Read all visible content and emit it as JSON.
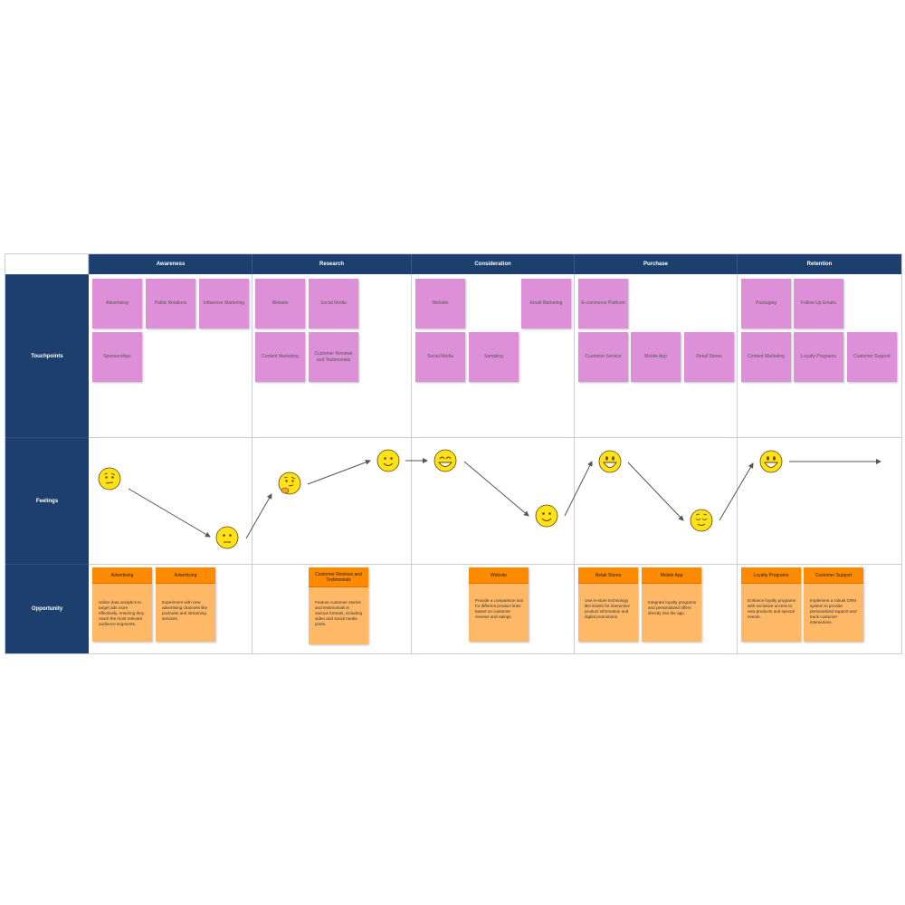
{
  "stages": [
    "Awareness",
    "Research",
    "Consideration",
    "Purchase",
    "Retention"
  ],
  "rows": {
    "touchpoints": "Touchpoints",
    "feelings": "Feelings",
    "opportunity": "Opportunity"
  },
  "touchpoints": {
    "awareness": [
      "Advertising",
      "Public Relations",
      "Influencer Marketing",
      "Sponsorships"
    ],
    "research": [
      "Website",
      "Social Media",
      "Content Marketing",
      "Customer Reviews and Testimonials"
    ],
    "consideration": [
      "Website",
      "Email Marketing",
      "Social Media",
      "Sampling"
    ],
    "purchase": [
      "E-commerce Platform",
      "Customer Service",
      "Mobile App",
      "Retail Stores"
    ],
    "retention": [
      "Packaging",
      "Follow-Up Emails",
      "Content Marketing",
      "Loyalty Programs",
      "Customer Support"
    ]
  },
  "feelings": [
    {
      "stage": "Awareness",
      "emoji": "skeptical"
    },
    {
      "stage": "Awareness",
      "emoji": "neutral"
    },
    {
      "stage": "Research",
      "emoji": "thinking"
    },
    {
      "stage": "Research",
      "emoji": "slight-smile"
    },
    {
      "stage": "Consideration",
      "emoji": "grin"
    },
    {
      "stage": "Consideration",
      "emoji": "slight-smile"
    },
    {
      "stage": "Purchase",
      "emoji": "big-smile"
    },
    {
      "stage": "Purchase",
      "emoji": "relieved"
    },
    {
      "stage": "Retention",
      "emoji": "big-smile"
    }
  ],
  "opportunities": [
    {
      "title": "Advertising",
      "text": "Utilize data analytics to target ads more effectively, ensuring they reach the most relevant audience segments."
    },
    {
      "title": "Advertising",
      "text": "Experiment with new advertising channels like podcasts and streaming services."
    },
    {
      "title": "Customer Reviews and Testimonials",
      "text": "Feature customer stories and testimonials in various formats, including video and social media posts."
    },
    {
      "title": "Website",
      "text": "Provide a comparison tool for different product lines based on customer reviews and ratings."
    },
    {
      "title": "Retail Stores",
      "text": "Use in-store technology like kiosks for interactive product information and digital promotions."
    },
    {
      "title": "Mobile App",
      "text": "Integrate loyalty programs and personalized offers directly into the app."
    },
    {
      "title": "Loyalty Programs",
      "text": "Enhance loyalty programs with exclusive access to new products and special events."
    },
    {
      "title": "Customer Support",
      "text": "Implement a robust CRM system to provide personalized support and track customer interactions."
    }
  ],
  "colors": {
    "header": "#1c3f6e",
    "sticky": "#dd8fd7",
    "opp_body": "#ffb865",
    "opp_header": "#ff8a00",
    "emoji": "#ffe11a"
  }
}
